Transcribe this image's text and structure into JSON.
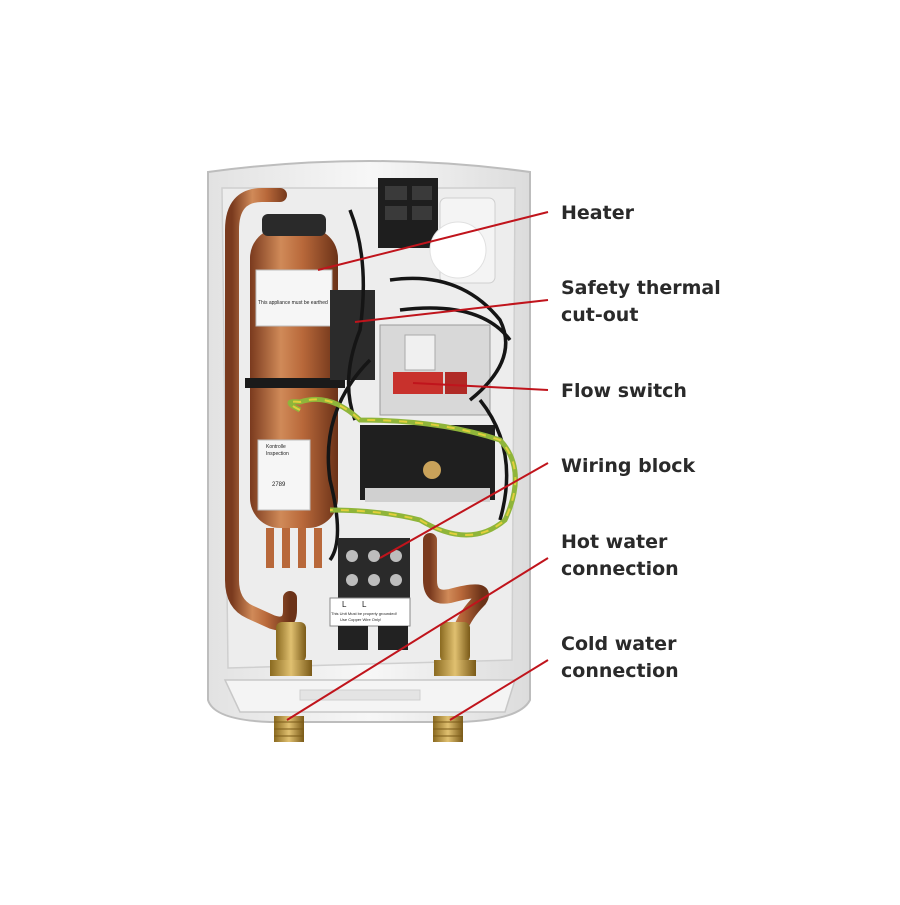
{
  "callouts": [
    {
      "id": "heater",
      "lines": [
        "Heater"
      ]
    },
    {
      "id": "safety-thermal-cutout",
      "lines": [
        "Safety thermal",
        "cut-out"
      ]
    },
    {
      "id": "flow-switch",
      "lines": [
        "Flow switch"
      ]
    },
    {
      "id": "wiring-block",
      "lines": [
        "Wiring block"
      ]
    },
    {
      "id": "hot-water-connection",
      "lines": [
        "Hot water",
        "connection"
      ]
    },
    {
      "id": "cold-water-connection",
      "lines": [
        "Cold water",
        "connection"
      ]
    }
  ],
  "device_text": {
    "heater_sticker": "This appliance must be earthed",
    "inspection_tag": [
      "Kontrolle",
      "Inspection",
      "2789"
    ],
    "terminal_letters": [
      "L",
      "L"
    ],
    "grounding_note": [
      "This Unit Must be properly grounded!",
      "Use Copper Wire Only!"
    ]
  },
  "colors": {
    "callout_line": "#c0141c",
    "label_text": "#2a2a2a",
    "copper": "#b8683a",
    "housing": "#f2f2f2"
  }
}
